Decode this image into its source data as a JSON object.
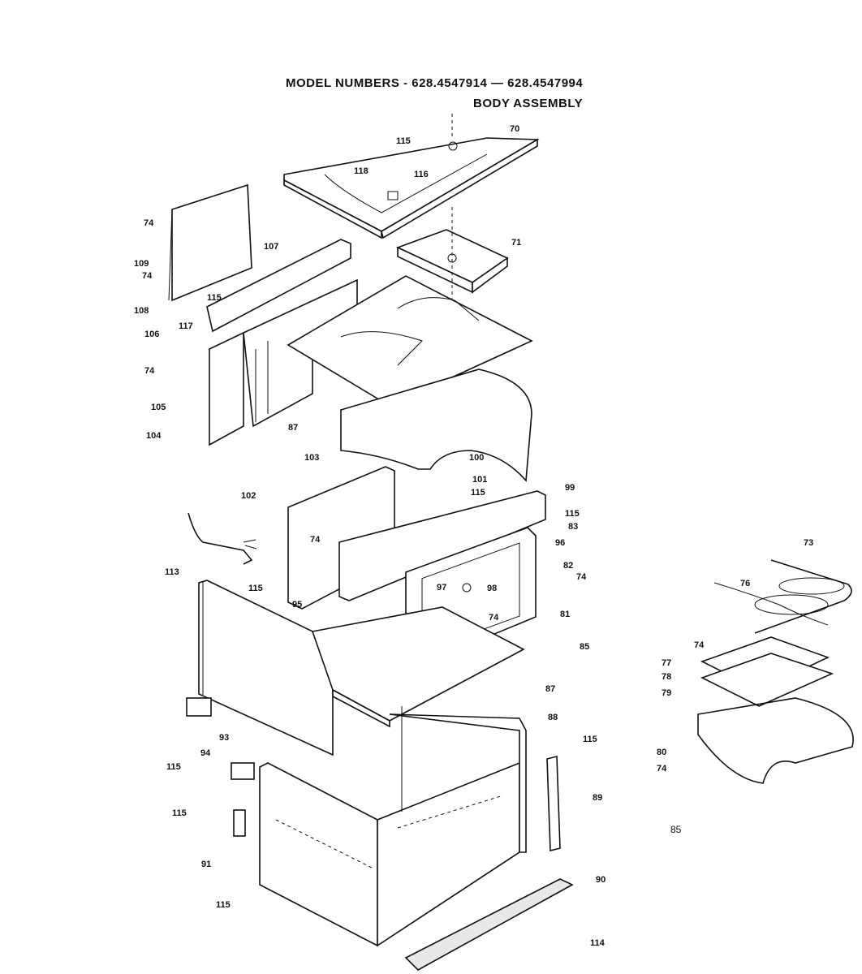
{
  "header": {
    "model_line": "MODEL NUMBERS - 628.4547914 — 628.4547994",
    "assembly": "BODY ASSEMBLY"
  },
  "figure_code": "85",
  "callouts": [
    {
      "id": "c70",
      "text": "70"
    },
    {
      "id": "c115a",
      "text": "115"
    },
    {
      "id": "c118",
      "text": "118"
    },
    {
      "id": "c116",
      "text": "116"
    },
    {
      "id": "c71",
      "text": "71"
    },
    {
      "id": "c74a",
      "text": "74"
    },
    {
      "id": "c107",
      "text": "107"
    },
    {
      "id": "c109",
      "text": "109"
    },
    {
      "id": "c74b",
      "text": "74"
    },
    {
      "id": "c108",
      "text": "108"
    },
    {
      "id": "c115b",
      "text": "115"
    },
    {
      "id": "c117",
      "text": "117"
    },
    {
      "id": "c106",
      "text": "106"
    },
    {
      "id": "c74c",
      "text": "74"
    },
    {
      "id": "c105",
      "text": "105"
    },
    {
      "id": "c104",
      "text": "104"
    },
    {
      "id": "c87a",
      "text": "87"
    },
    {
      "id": "c103",
      "text": "103"
    },
    {
      "id": "c100",
      "text": "100"
    },
    {
      "id": "c101",
      "text": "101"
    },
    {
      "id": "c115c",
      "text": "115"
    },
    {
      "id": "c99",
      "text": "99"
    },
    {
      "id": "c115d",
      "text": "115"
    },
    {
      "id": "c102",
      "text": "102"
    },
    {
      "id": "c83",
      "text": "83"
    },
    {
      "id": "c96",
      "text": "96"
    },
    {
      "id": "c74d",
      "text": "74"
    },
    {
      "id": "c113",
      "text": "113"
    },
    {
      "id": "c82",
      "text": "82"
    },
    {
      "id": "c74e",
      "text": "74"
    },
    {
      "id": "c115e",
      "text": "115"
    },
    {
      "id": "c97",
      "text": "97"
    },
    {
      "id": "c98",
      "text": "98"
    },
    {
      "id": "c95",
      "text": "95"
    },
    {
      "id": "c74f",
      "text": "74"
    },
    {
      "id": "c81",
      "text": "81"
    },
    {
      "id": "c85",
      "text": "85"
    },
    {
      "id": "c87b",
      "text": "87"
    },
    {
      "id": "c88",
      "text": "88"
    },
    {
      "id": "c93",
      "text": "93"
    },
    {
      "id": "c94",
      "text": "94"
    },
    {
      "id": "c115f",
      "text": "115"
    },
    {
      "id": "c115g",
      "text": "115"
    },
    {
      "id": "c89",
      "text": "89"
    },
    {
      "id": "c115h",
      "text": "115"
    },
    {
      "id": "c91",
      "text": "91"
    },
    {
      "id": "c115i",
      "text": "115"
    },
    {
      "id": "c90",
      "text": "90"
    },
    {
      "id": "c114",
      "text": "114"
    },
    {
      "id": "c73",
      "text": "73"
    },
    {
      "id": "c76",
      "text": "76"
    },
    {
      "id": "c74g",
      "text": "74"
    },
    {
      "id": "c77",
      "text": "77"
    },
    {
      "id": "c78",
      "text": "78"
    },
    {
      "id": "c79",
      "text": "79"
    },
    {
      "id": "c80",
      "text": "80"
    },
    {
      "id": "c74h",
      "text": "74"
    }
  ]
}
